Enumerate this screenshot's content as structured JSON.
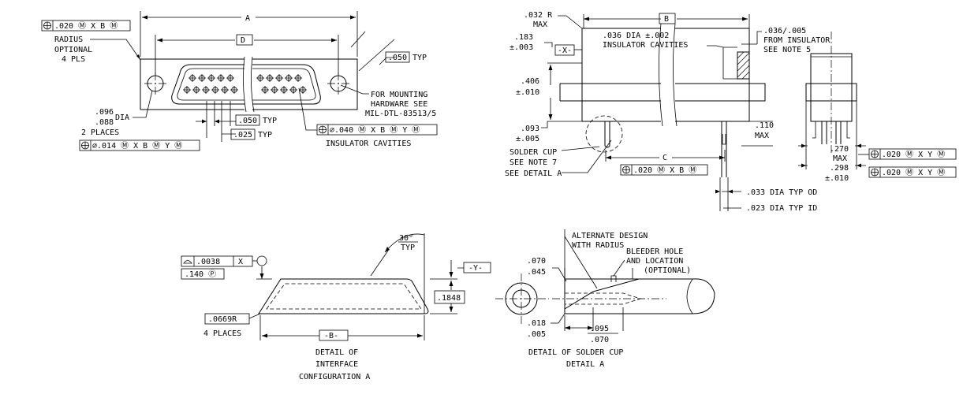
{
  "view1": {
    "fcf_top": ".020 Ⓜ X B Ⓜ",
    "radius_l1": "RADIUS",
    "radius_l2": "OPTIONAL",
    "radius_l3": "4 PLS",
    "dim_a": "A",
    "dim_d": "D",
    "typ_050_top": ".050",
    "typ_suffix": "TYP",
    "dia_096": ".096",
    "dia_088": ".088",
    "dia_word": "DIA",
    "two_places": "2 PLACES",
    "fcf_014": "⌀.014 Ⓜ X B Ⓜ Y Ⓜ",
    "typ_050": ".050",
    "typ_025": ".025",
    "mount_l1": "FOR MOUNTING",
    "mount_l2": "HARDWARE SEE",
    "mount_l3": "MIL-DTL-83513/5",
    "fcf_040": "⌀.040 Ⓜ X B Ⓜ Y Ⓜ",
    "insul_cav": "INSULATOR CAVITIES"
  },
  "view2": {
    "r032_l1": ".032 R",
    "r032_l2": "MAX",
    "d183_l1": ".183",
    "d183_l2": "±.003",
    "datum_x": "-X-",
    "dim_b": "B",
    "dia036_l1": ".036 DIA ±.002",
    "dia036_l2": "INSULATOR CAVITIES",
    "from_l1": ".036/.005",
    "from_l2": "FROM INSULATOR",
    "from_l3": "SEE NOTE 5",
    "d406_l1": ".406",
    "d406_l2": "±.010",
    "d093_l1": ".093",
    "d093_l2": "±.005",
    "d110_l1": ".110",
    "d110_l2": "MAX",
    "solder_l1": "SOLDER CUP",
    "solder_l2": "SEE NOTE 7",
    "solder_l3": "SEE DETAIL A",
    "dim_c": "C",
    "fcf_020": ".020 Ⓜ X B Ⓜ",
    "od": ".033 DIA TYP OD",
    "id": ".023 DIA TYP ID"
  },
  "view3": {
    "d270_l1": ".270",
    "d270_l2": "MAX",
    "d298_l1": ".298",
    "d298_l2": "±.010",
    "fcf_a": ".020 Ⓜ X Y Ⓜ",
    "fcf_b": ".020 Ⓜ X Y Ⓜ"
  },
  "view4": {
    "profile": ".0038",
    "profile_ref": "X",
    "p140": ".140 Ⓟ",
    "angle_l1": "30°",
    "angle_l2": "TYP",
    "datum_y": "-Y-",
    "d1848": ".1848",
    "r0669": ".0669R",
    "four_places": "4 PLACES",
    "datum_b": "-B-",
    "cap_l1": "DETAIL OF",
    "cap_l2": "INTERFACE",
    "cap_l3": "CONFIGURATION A"
  },
  "view5": {
    "alt_l1": "ALTERNATE DESIGN",
    "alt_l2": "WITH RADIUS",
    "bleed_l1": "BLEEDER HOLE",
    "bleed_l2": "AND LOCATION",
    "bleed_l3": "(OPTIONAL)",
    "d070": ".070",
    "d045": ".045",
    "d018": ".018",
    "d005": ".005",
    "d095": ".095",
    "d070b": ".070",
    "cap_l1": "DETAIL OF SOLDER CUP",
    "cap_l2": "DETAIL A"
  }
}
